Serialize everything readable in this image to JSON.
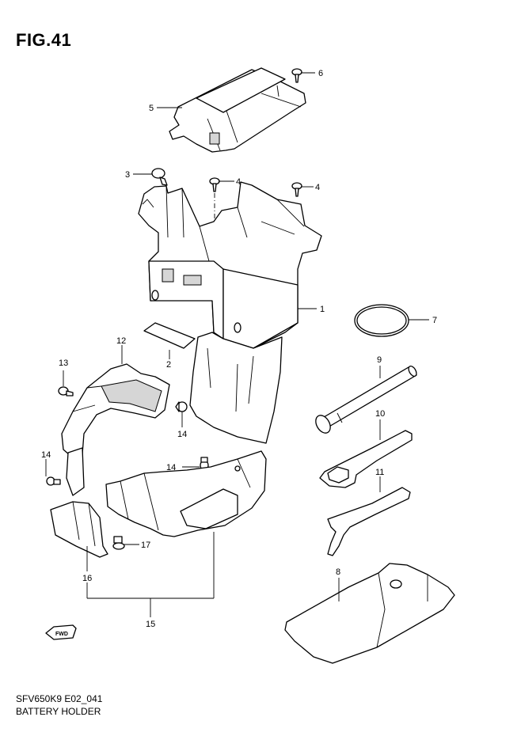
{
  "figure": {
    "title": "FIG.41"
  },
  "footer": {
    "code": "SFV650K9 E02_041",
    "caption": "BATTERY HOLDER"
  },
  "fwd_arrow": {
    "label": "FWD"
  },
  "callouts": [
    "1",
    "2",
    "3",
    "4",
    "4",
    "5",
    "6",
    "7",
    "8",
    "9",
    "10",
    "11",
    "12",
    "13",
    "14",
    "14",
    "14",
    "15",
    "16",
    "17"
  ]
}
